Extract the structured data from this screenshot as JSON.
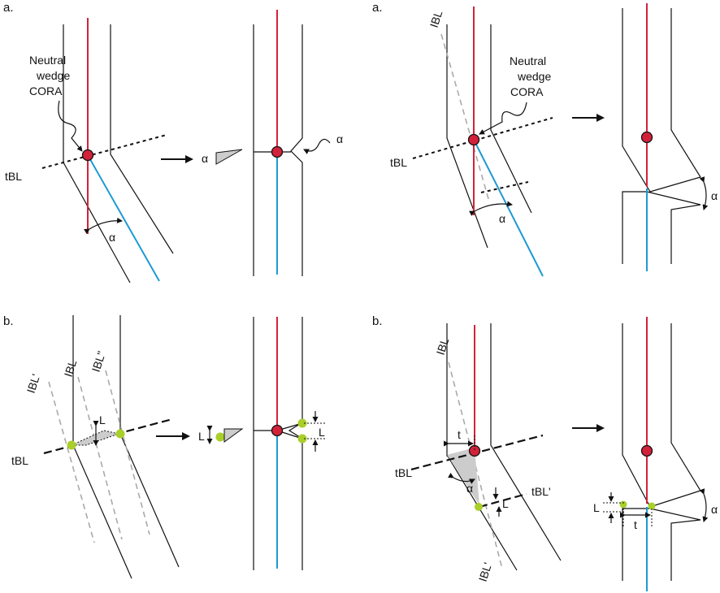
{
  "panels": {
    "top_left": {
      "label": "a.",
      "note": [
        "Neutral",
        "wedge",
        "CORA"
      ],
      "tbl": "tBL",
      "alpha": "α"
    },
    "top_right": {
      "label": "a.",
      "ibl": "IBL",
      "note": [
        "Neutral",
        "wedge",
        "CORA"
      ],
      "tbl": "tBL",
      "alpha": "α"
    },
    "bottom_left": {
      "label": "b.",
      "ibl_prime": "IBL'",
      "ibl": "IBL",
      "ibl_double": "IBL\"",
      "tbl": "tBL",
      "L": "L"
    },
    "bottom_right": {
      "label": "b.",
      "ibl": "IBL",
      "tbl": "tBL",
      "tbl_prime": "tBL'",
      "ibl_prime": "IBL'",
      "t": "t",
      "alpha": "α",
      "L": "L"
    }
  },
  "colors": {
    "red_axis": "#d2223a",
    "blue_axis": "#1e9ad2",
    "cora_fill": "#d2223a",
    "green_point": "#a9cf2a",
    "wedge_fill": "#cccccc"
  }
}
